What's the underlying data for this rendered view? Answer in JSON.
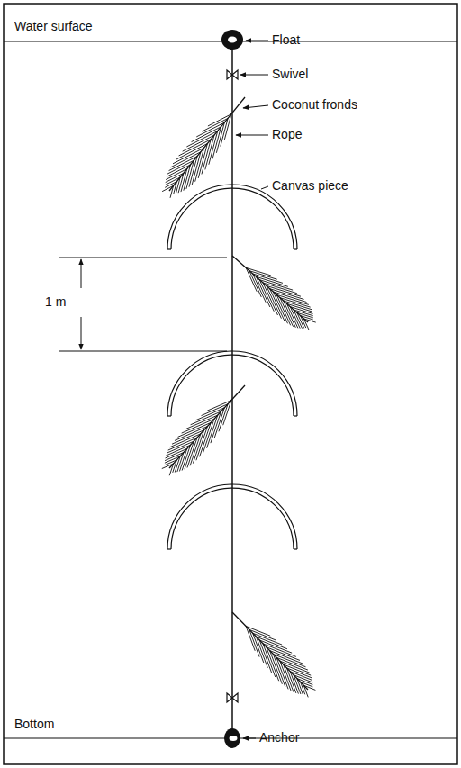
{
  "diagram": {
    "labels": [
      "Water surface",
      "Float",
      "Swivel",
      "Coconut fronds",
      "Rope",
      "Canvas piece",
      "1 m",
      "Bottom",
      "Anchor"
    ]
  }
}
